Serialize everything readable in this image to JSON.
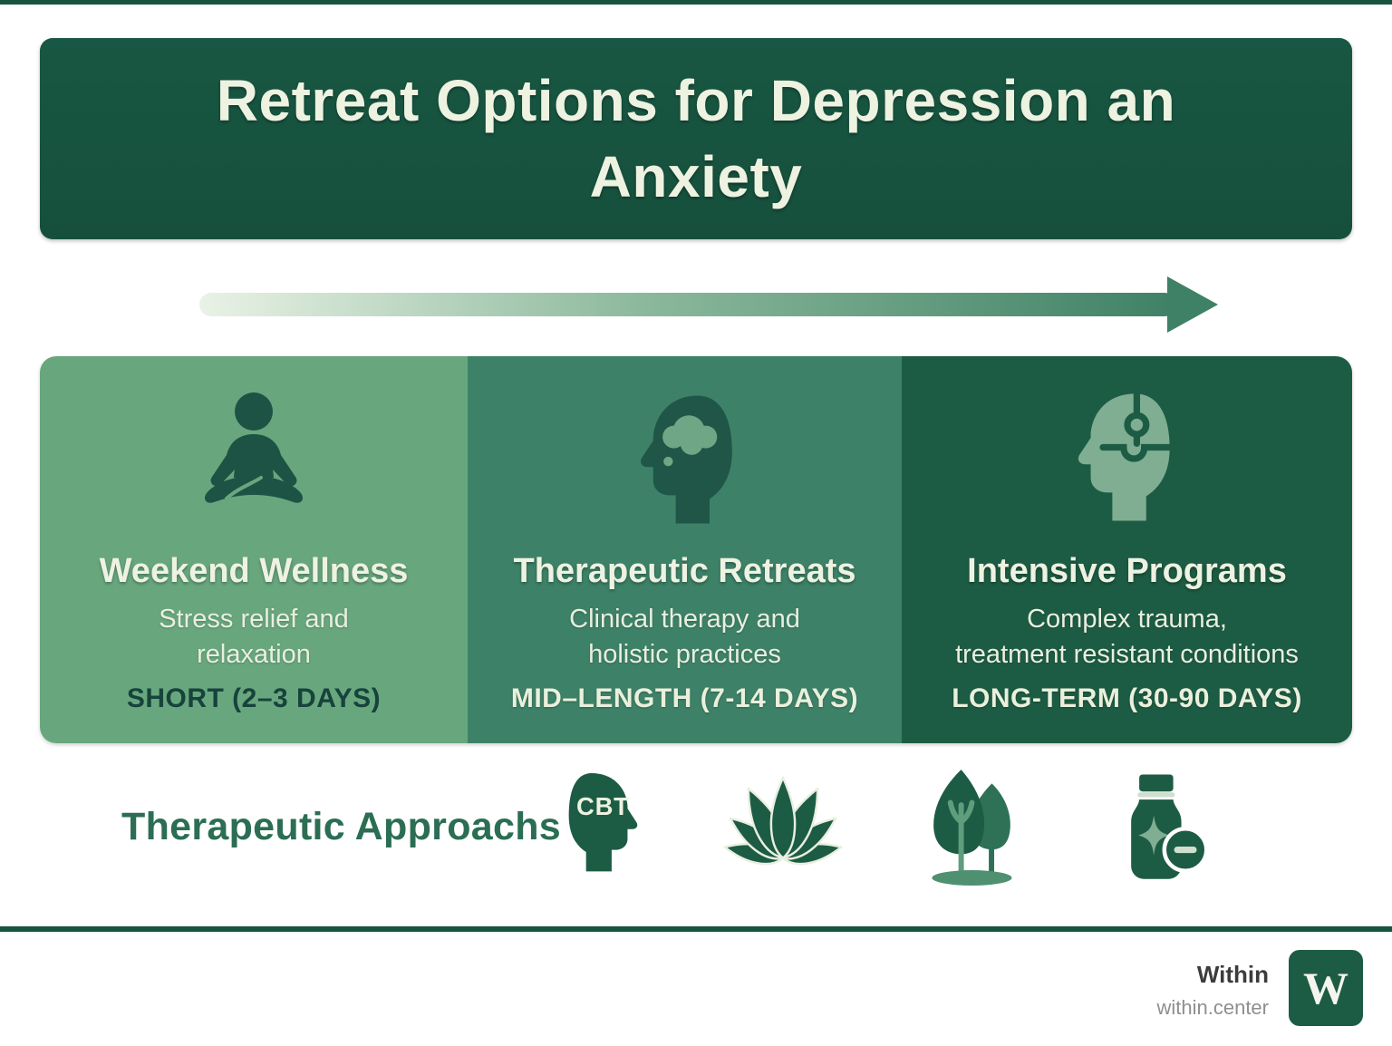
{
  "header": {
    "title": "Retreat Options for Depression an\nAnxiety"
  },
  "cards": [
    {
      "icon": "meditating-person",
      "title": "Weekend Wellness",
      "subtitle": "Stress relief and\nrelaxation",
      "duration": "SHORT (2–3 DAYS)"
    },
    {
      "icon": "head-with-thought-cloud",
      "title": "Therapeutic Retreats",
      "subtitle": "Clinical therapy and\nholistic practices",
      "duration": "MID–LENGTH (7-14 DAYS)"
    },
    {
      "icon": "head-with-puzzle",
      "title": "Intensive Programs",
      "subtitle": "Complex trauma,\ntreatment resistant conditions",
      "duration": "LONG-TERM (30-90 DAYS)"
    }
  ],
  "approaches": {
    "label": "Therapeutic Approachs",
    "cbt_label": "CBT",
    "icons": [
      "cbt-head",
      "lotus-flower",
      "trees",
      "medication-bottle"
    ]
  },
  "footer": {
    "brand": "Within",
    "url": "within.center",
    "logo_letter": "W"
  },
  "colors": {
    "header_green": "#17543f",
    "card_light_green": "#68a77e",
    "card_medium_green": "#3d8268",
    "card_dark_green": "#1d5c44",
    "cream_text": "#eef2e2",
    "dark_duration_text": "#17433c",
    "approaches_text": "#2b6e54",
    "arrow_start": "#e9f2e6",
    "arrow_end": "#3f8166"
  }
}
